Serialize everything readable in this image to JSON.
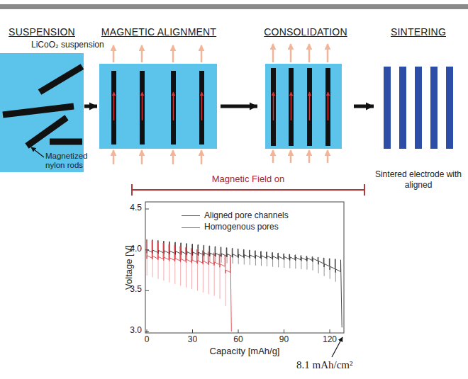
{
  "diagram": {
    "nodes": [
      {
        "text": [
          "SUSPENSION"
        ]
      },
      {
        "text": [
          "MAGNETIC ALIGNMENT"
        ]
      },
      {
        "text": [
          "CONSOLIDATION"
        ]
      },
      {
        "text": [
          "SINTERING",
          "Sintered electrode with aligned"
        ]
      }
    ],
    "edges": [
      {
        "from": 0,
        "to": 1,
        "arrow": "to"
      },
      {
        "from": 1,
        "to": 2,
        "arrow": "to"
      },
      {
        "from": 2,
        "to": 3,
        "arrow": "to"
      }
    ],
    "labels": [
      "LiCoO₂ suspension",
      "Magnetized nylon rods",
      "Magnetic Field on",
      "Voltage [V]",
      "Capacity [mAh/g]",
      "4.5",
      "4.0",
      "3.5",
      "3.0",
      "0",
      "30",
      "60",
      "90",
      "120",
      "8.1 mAh/cm²"
    ],
    "legend": [
      {
        "text": "Aligned pore channels"
      },
      {
        "text": "Homogenous pores"
      }
    ]
  }
}
